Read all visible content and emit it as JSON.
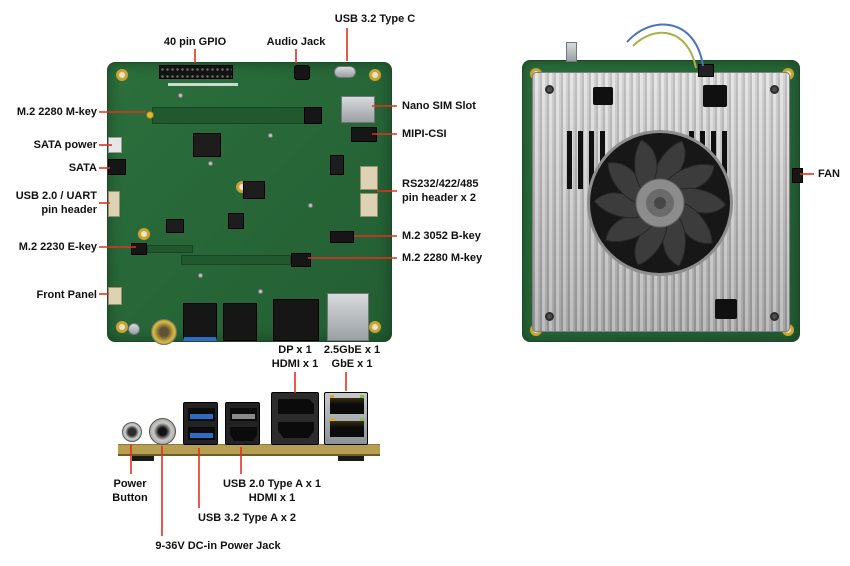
{
  "colors": {
    "callout_red": "#e5311f",
    "pcb_green": "#2b6f3c",
    "heatsink_silver": "#c7c7c7",
    "io_strip_gold": "#b79f52"
  },
  "top_board": {
    "callouts_top": [
      {
        "id": "usb-3-2-type-c",
        "text": "USB 3.2 Type C"
      },
      {
        "id": "40-pin-gpio",
        "text": "40 pin GPIO"
      },
      {
        "id": "audio-jack",
        "text": "Audio Jack"
      }
    ],
    "callouts_right": [
      {
        "id": "nano-sim-slot",
        "text": "Nano SIM Slot"
      },
      {
        "id": "mipi-csi",
        "text": "MIPI-CSI"
      },
      {
        "id": "rs232-headers",
        "text": "RS232/422/485\npin header x 2"
      },
      {
        "id": "m2-3052-b-key",
        "text": "M.2 3052 B-key"
      },
      {
        "id": "m2-2280-m-key-center",
        "text": "M.2 2280 M-key"
      }
    ],
    "callouts_left": [
      {
        "id": "m2-2280-m-key",
        "text": "M.2 2280 M-key"
      },
      {
        "id": "sata-power",
        "text": "SATA power"
      },
      {
        "id": "sata",
        "text": "SATA"
      },
      {
        "id": "usb-2-uart-header",
        "text": "USB 2.0 / UART\npin header"
      },
      {
        "id": "m2-2230-e-key",
        "text": "M.2 2230 E-key"
      },
      {
        "id": "front-panel",
        "text": "Front Panel"
      }
    ]
  },
  "cooler_board": {
    "callouts_right": [
      {
        "id": "fan",
        "text": "FAN"
      }
    ]
  },
  "io_panel": {
    "callouts_top": [
      {
        "id": "dp-hdmi",
        "text": "DP x 1\nHDMI x 1"
      },
      {
        "id": "lan",
        "text": "2.5GbE x 1\nGbE x 1"
      }
    ],
    "callouts_bottom": [
      {
        "id": "power-button",
        "text": "Power\nButton"
      },
      {
        "id": "usb2-hdmi",
        "text": "USB 2.0 Type A x 1\nHDMI x 1"
      },
      {
        "id": "usb32",
        "text": "USB 3.2 Type A x 2"
      },
      {
        "id": "dc-in",
        "text": "9-36V DC-in Power Jack"
      }
    ]
  }
}
